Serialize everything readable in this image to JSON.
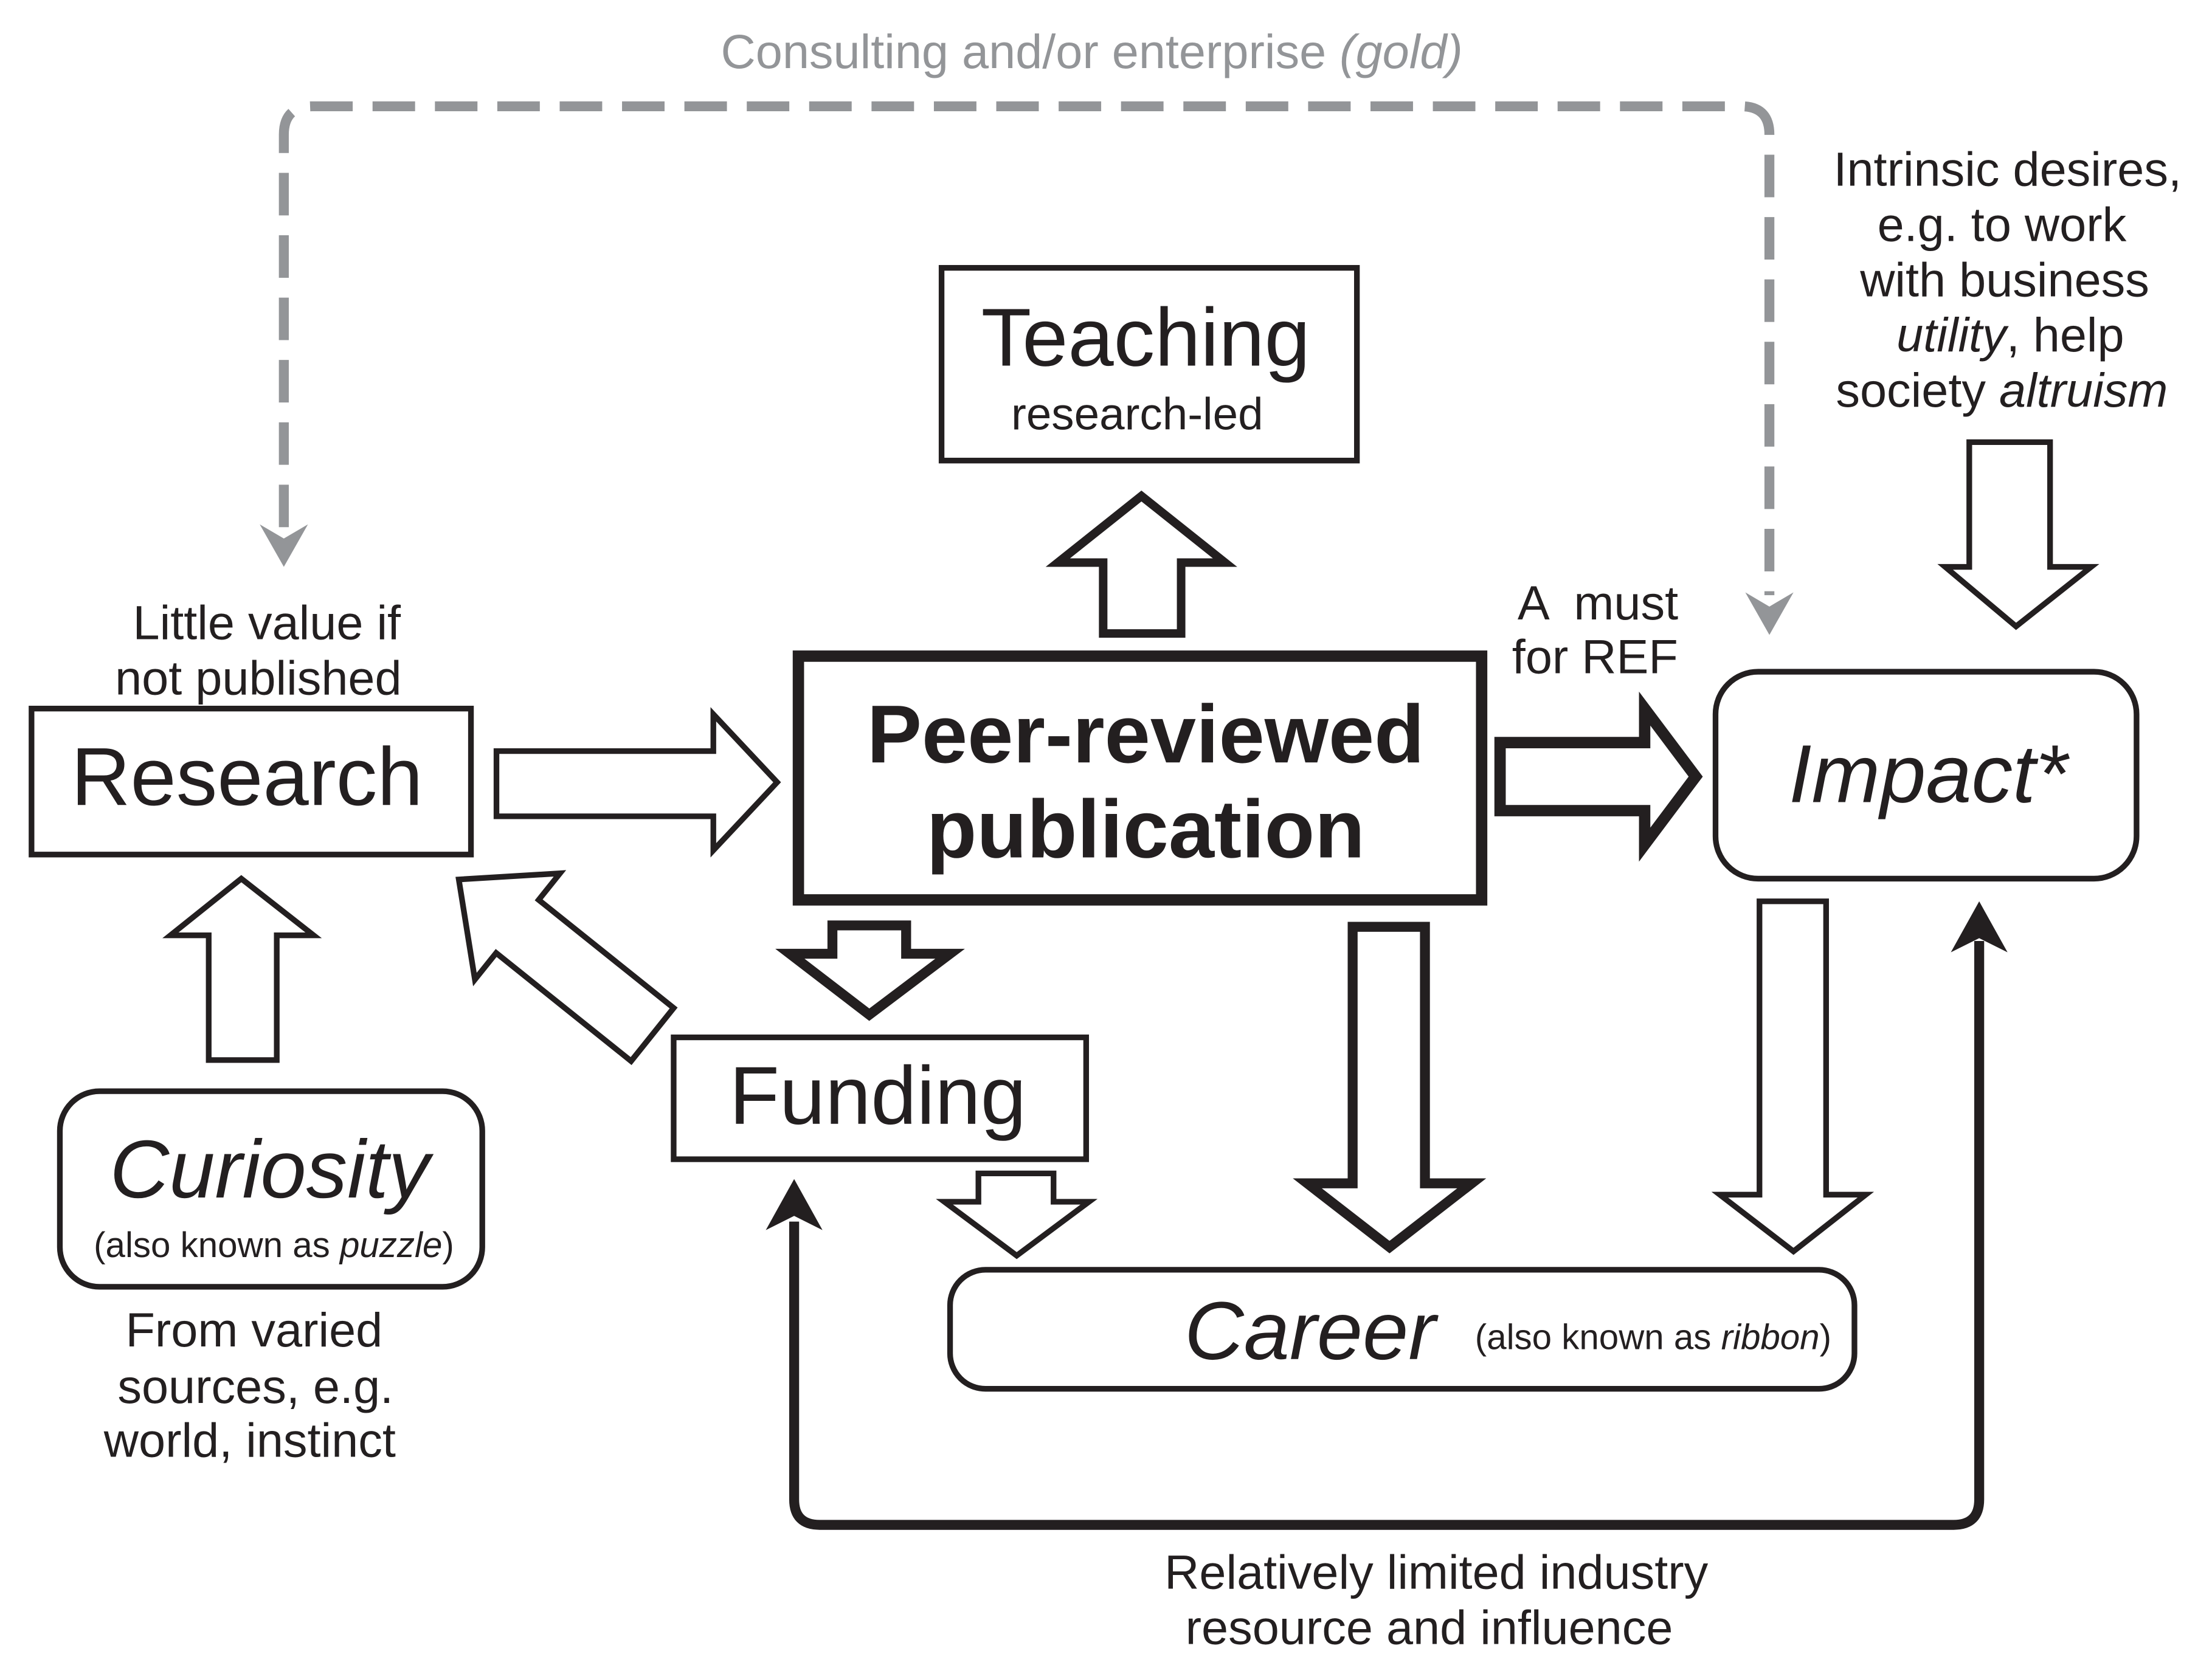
{
  "colors": {
    "ink": "#231f20",
    "dashed_gray": "#939598"
  },
  "top_link": {
    "label": "Consulting and/or enterprise ",
    "label_italic": "(gold)"
  },
  "nodes": {
    "teaching": {
      "title": "Teaching",
      "subtitle": "research-led"
    },
    "peer_reviewed": {
      "line1": "Peer-reviewed",
      "line2": "publication"
    },
    "research": {
      "title": "Research",
      "note_line1": "Little value if",
      "note_line2": "not published"
    },
    "impact": {
      "title": "Impact*"
    },
    "curiosity": {
      "title": "Curiosity",
      "sub_prefix": "(also known as ",
      "sub_italic": "puzzle",
      "sub_suffix": ")",
      "note_lines": [
        "From varied",
        "sources, e.g.",
        "world, instinct"
      ]
    },
    "funding": {
      "title": "Funding"
    },
    "career": {
      "title": "Career",
      "sub_prefix": "(also known as ",
      "sub_italic": "ribbon",
      "sub_suffix": ")"
    }
  },
  "annotations": {
    "ref": {
      "line1": "A  must",
      "line2": "for REF"
    },
    "intrinsic": {
      "line1": "Intrinsic desires,",
      "line2": "e.g. to work",
      "line3": "with business",
      "line4_italic": "utility",
      "line4_rest": ", help",
      "line5_start": "society ",
      "line5_italic": "altruism"
    },
    "industry": {
      "line1": "Relatively limited industry",
      "line2": "resource and influence"
    }
  }
}
